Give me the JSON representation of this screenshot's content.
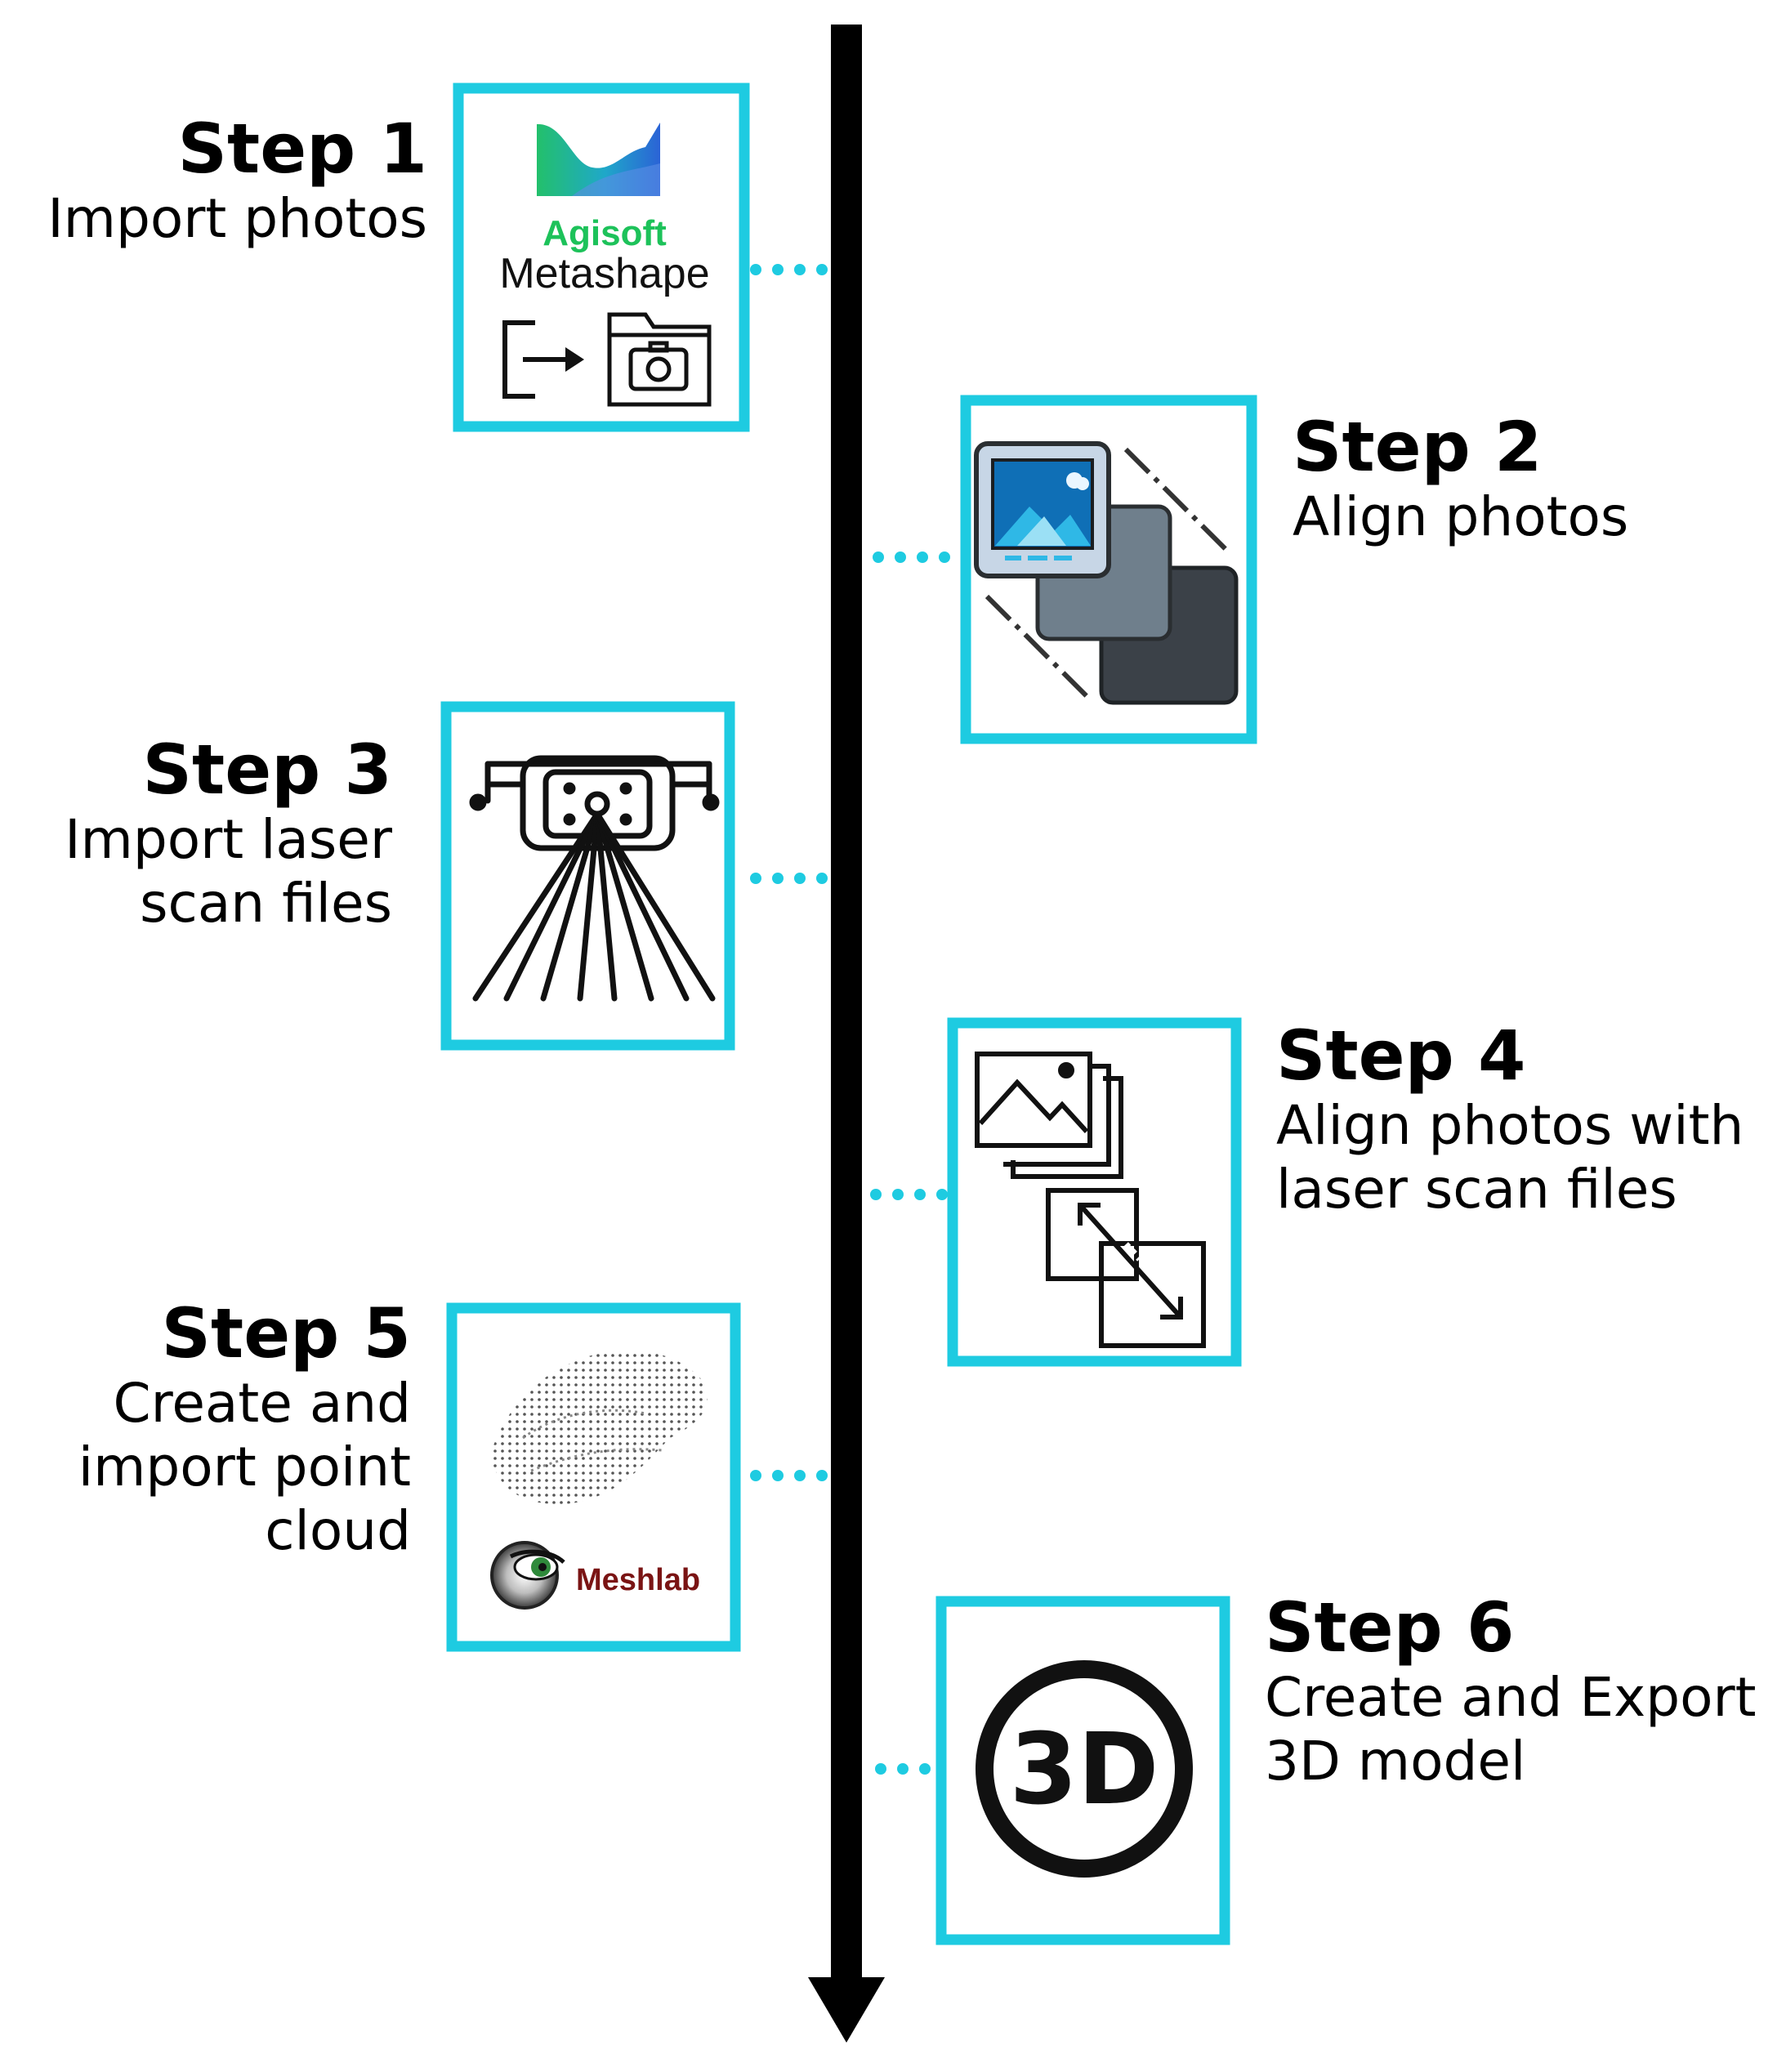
{
  "colors": {
    "frame": "#1ecbe1",
    "arrow": "#000000",
    "connector": "#1ecbe1"
  },
  "steps": [
    {
      "title": "Step 1",
      "desc": "Import photos",
      "icon": "metashape-import-icon",
      "logo_text": [
        "Agisoft",
        "Metashape"
      ]
    },
    {
      "title": "Step 2",
      "desc": "Align photos",
      "icon": "align-photos-icon"
    },
    {
      "title": "Step 3",
      "desc": "Import laser\nscan files",
      "icon": "laser-scanner-icon"
    },
    {
      "title": "Step 4",
      "desc": "Align photos with\nlaser scan files",
      "icon": "align-images-scan-icon"
    },
    {
      "title": "Step 5",
      "desc": "Create and\nimport point\ncloud",
      "icon": "point-cloud-meshlab-icon",
      "logo_text": [
        "Meshlab"
      ]
    },
    {
      "title": "Step 6",
      "desc": "Create and Export\n3D model",
      "icon": "3d-model-icon",
      "logo_text": [
        "3D"
      ]
    }
  ]
}
